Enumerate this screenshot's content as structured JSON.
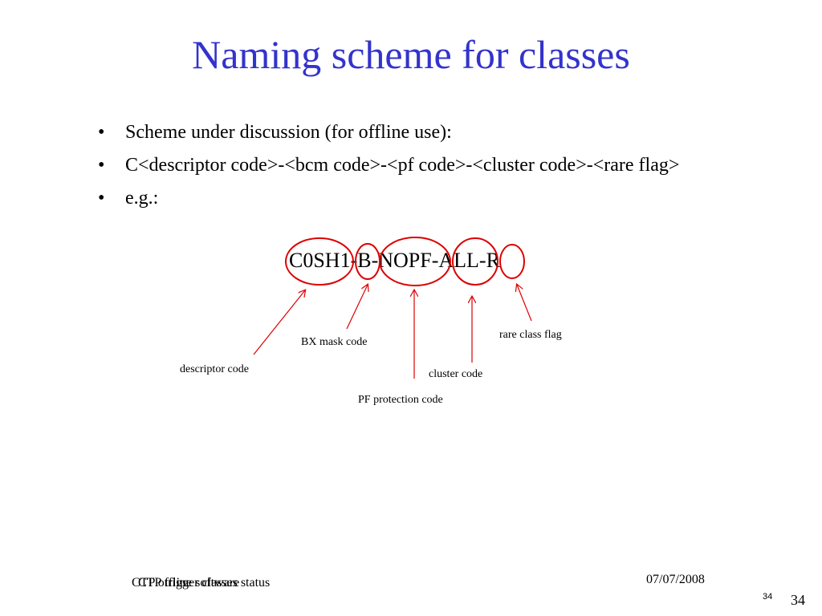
{
  "title": "Naming scheme for classes",
  "bullets": [
    "Scheme under discussion (for offline use):",
    "C<descriptor code>-<bcm code>-<pf code>-<cluster code>-<rare flag>",
    "e.g.:"
  ],
  "example": "C0SH1-B-NOPF-ALL-R",
  "labels": {
    "descriptor": "descriptor code",
    "bx_mask": "BX mask code",
    "pf_protection": "PF protection code",
    "cluster": "cluster code",
    "rare": "rare class flag"
  },
  "footer": {
    "left_text": "CTP offline software",
    "left_overlap": "CTP trigger classes status",
    "date": "07/07/2008",
    "slide_number_small": "34",
    "slide_number": "34"
  },
  "colors": {
    "title": "#3333cc",
    "annotation": "#dd0000"
  }
}
